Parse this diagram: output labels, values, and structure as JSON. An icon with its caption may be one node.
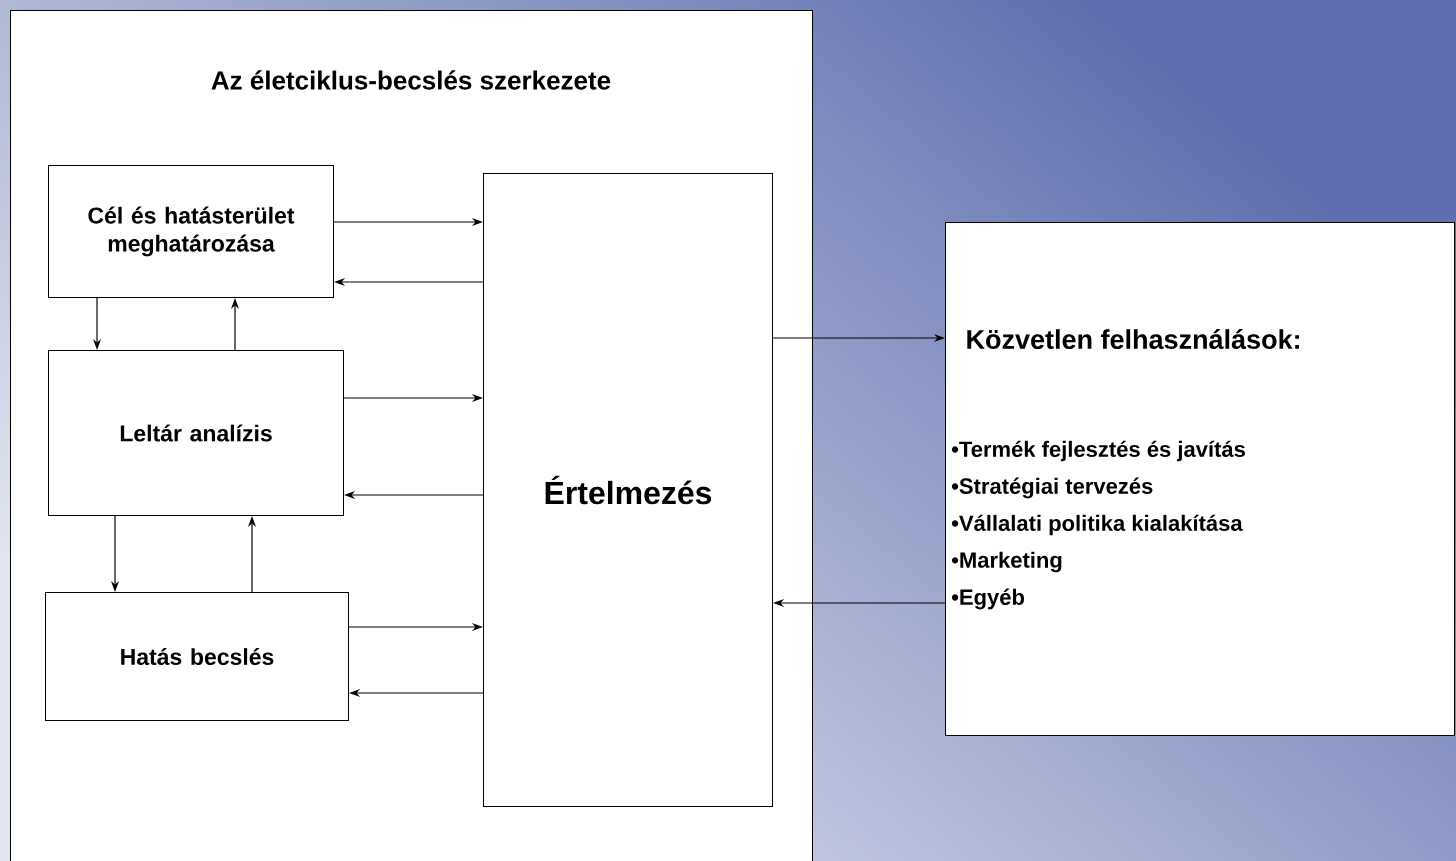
{
  "diagram": {
    "nodes": [
      {
        "text": [
          "Az életciklus-becslés szerkezete"
        ]
      },
      {
        "text": [
          "Cél és hatásterület meghatározása"
        ],
        "in": 0
      },
      {
        "text": [
          "Leltár analízis"
        ],
        "in": 0
      },
      {
        "text": [
          "Hatás becslés"
        ],
        "in": 0
      },
      {
        "text": [
          "Értelmezés"
        ],
        "in": 0
      },
      {
        "text": [
          "Közvetlen felhasználások:",
          "•Termék fejlesztés és javítás",
          "•Stratégiai tervezés",
          "•Vállalati politika kialakítása",
          "•Marketing",
          "•Egyéb"
        ]
      }
    ],
    "edges": [
      {
        "from": 1,
        "to": 4,
        "arrow": "to"
      },
      {
        "from": 4,
        "to": 1,
        "arrow": "to"
      },
      {
        "from": 1,
        "to": 2,
        "arrow": "to"
      },
      {
        "from": 2,
        "to": 1,
        "arrow": "to"
      },
      {
        "from": 2,
        "to": 4,
        "arrow": "to"
      },
      {
        "from": 4,
        "to": 2,
        "arrow": "to"
      },
      {
        "from": 2,
        "to": 3,
        "arrow": "to"
      },
      {
        "from": 3,
        "to": 2,
        "arrow": "to"
      },
      {
        "from": 3,
        "to": 4,
        "arrow": "to"
      },
      {
        "from": 4,
        "to": 3,
        "arrow": "to"
      },
      {
        "from": 4,
        "to": 5,
        "arrow": "to"
      },
      {
        "from": 5,
        "to": 4,
        "arrow": "to"
      }
    ]
  }
}
